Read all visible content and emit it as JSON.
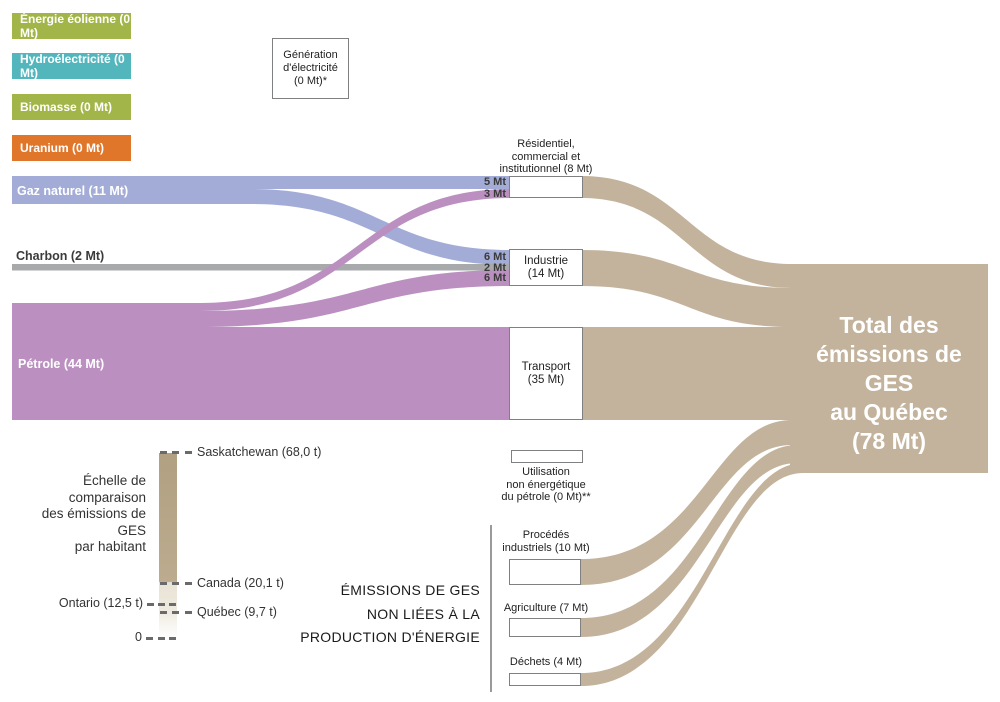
{
  "colors": {
    "green": "#a2b548",
    "teal": "#54b6bd",
    "orange": "#e0762a",
    "blue": "#a3acd7",
    "purple": "#bb90c1",
    "gray": "#a7a9ab",
    "tan": "#c3b39c"
  },
  "sources": {
    "eolienne": "Énergie éolienne (0 Mt)",
    "hydro": "Hydroélectricité (0 Mt)",
    "biomasse": "Biomasse (0 Mt)",
    "uranium": "Uranium (0 Mt)",
    "gaz": "Gaz naturel (11 Mt)",
    "charbon": "Charbon (2 Mt)",
    "petrole": "Pétrole (44 Mt)"
  },
  "boxes": {
    "generation": "Génération\nd'électricité\n(0 Mt)*",
    "residentiel_header": "Résidentiel,\ncommercial et\ninstitutionnel (8 Mt)",
    "industrie": "Industrie\n(14 Mt)",
    "transport": "Transport\n(35 Mt)",
    "utilisation": "Utilisation\nnon énergétique\ndu pétrole (0 Mt)**",
    "procedes": "Procédés\nindustriels (10 Mt)",
    "agriculture": "Agriculture (7 Mt)",
    "dechets": "Déchets (4 Mt)"
  },
  "flow_labels": {
    "gaz_residentiel": "5 Mt",
    "petrole_residentiel": "3 Mt",
    "gaz_industrie": "6 Mt",
    "charbon_industrie": "2 Mt",
    "petrole_industrie": "6 Mt"
  },
  "total": "Total des\némissions de GES\nau Québec\n(78 Mt)",
  "scale": {
    "title": "Échelle de comparaison\ndes émissions de GES\npar habitant",
    "saskatchewan": "Saskatchewan (68,0 t)",
    "canada": "Canada (20,1 t)",
    "ontario": "Ontario (12,5 t)",
    "quebec": "Québec (9,7 t)",
    "zero": "0"
  },
  "nonenergy_title": "ÉMISSIONS DE GES\nNON LIÉES À LA\nPRODUCTION D'ÉNERGIE",
  "chart_data": {
    "type": "sankey",
    "title": "Total des émissions de GES au Québec (78 Mt)",
    "unit": "Mt",
    "nodes": [
      {
        "name": "Énergie éolienne",
        "value": 0
      },
      {
        "name": "Hydroélectricité",
        "value": 0
      },
      {
        "name": "Biomasse",
        "value": 0
      },
      {
        "name": "Uranium",
        "value": 0
      },
      {
        "name": "Gaz naturel",
        "value": 11
      },
      {
        "name": "Charbon",
        "value": 2
      },
      {
        "name": "Pétrole",
        "value": 44
      },
      {
        "name": "Génération d'électricité",
        "value": 0
      },
      {
        "name": "Résidentiel, commercial et institutionnel",
        "value": 8
      },
      {
        "name": "Industrie",
        "value": 14
      },
      {
        "name": "Transport",
        "value": 35
      },
      {
        "name": "Utilisation non énergétique du pétrole",
        "value": 0
      },
      {
        "name": "Procédés industriels",
        "value": 10
      },
      {
        "name": "Agriculture",
        "value": 7
      },
      {
        "name": "Déchets",
        "value": 4
      },
      {
        "name": "Total des émissions de GES au Québec",
        "value": 78
      }
    ],
    "links": [
      {
        "source": "Gaz naturel",
        "target": "Résidentiel, commercial et institutionnel",
        "value": 5
      },
      {
        "source": "Pétrole",
        "target": "Résidentiel, commercial et institutionnel",
        "value": 3
      },
      {
        "source": "Gaz naturel",
        "target": "Industrie",
        "value": 6
      },
      {
        "source": "Charbon",
        "target": "Industrie",
        "value": 2
      },
      {
        "source": "Pétrole",
        "target": "Industrie",
        "value": 6
      },
      {
        "source": "Pétrole",
        "target": "Transport",
        "value": 35
      },
      {
        "source": "Résidentiel, commercial et institutionnel",
        "target": "Total des émissions de GES au Québec",
        "value": 8
      },
      {
        "source": "Industrie",
        "target": "Total des émissions de GES au Québec",
        "value": 14
      },
      {
        "source": "Transport",
        "target": "Total des émissions de GES au Québec",
        "value": 35
      },
      {
        "source": "Procédés industriels",
        "target": "Total des émissions de GES au Québec",
        "value": 10
      },
      {
        "source": "Agriculture",
        "target": "Total des émissions de GES au Québec",
        "value": 7
      },
      {
        "source": "Déchets",
        "target": "Total des émissions de GES au Québec",
        "value": 4
      }
    ],
    "comparison_scale": {
      "title": "Échelle de comparaison des émissions de GES par habitant",
      "unit": "t",
      "min": 0,
      "values": [
        {
          "name": "Saskatchewan",
          "value": 68.0
        },
        {
          "name": "Canada",
          "value": 20.1
        },
        {
          "name": "Ontario",
          "value": 12.5
        },
        {
          "name": "Québec",
          "value": 9.7
        }
      ]
    }
  }
}
